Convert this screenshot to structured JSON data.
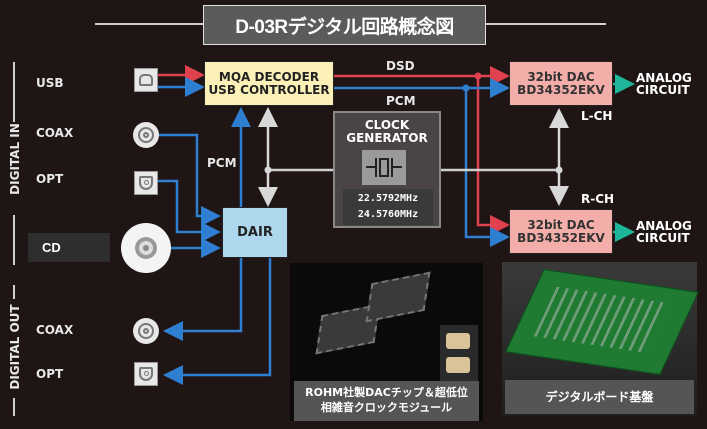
{
  "title": "D-03Rデジタル回路概念図",
  "sections": {
    "digital_in": "DIGITAL IN",
    "digital_out": "DIGITAL OUT"
  },
  "inputs": [
    {
      "label": "USB",
      "icon": "usb-b-port-icon"
    },
    {
      "label": "COAX",
      "icon": "coax-port-icon"
    },
    {
      "label": "OPT",
      "icon": "optical-port-icon"
    }
  ],
  "cd": {
    "label": "CD",
    "icon": "disc-icon"
  },
  "outputs": [
    {
      "label": "COAX",
      "icon": "coax-port-icon"
    },
    {
      "label": "OPT",
      "icon": "optical-port-icon"
    }
  ],
  "blocks": {
    "mqa": {
      "line1": "MQA DECODER",
      "line2": "USB CONTROLLER"
    },
    "dair": "DAIR",
    "clock": {
      "line1": "CLOCK",
      "line2": "GENERATOR",
      "freq1": "22.5792MHz",
      "freq2": "24.5760MHz"
    },
    "dac_l": {
      "line1": "32bit DAC",
      "line2": "BD34352EKV"
    },
    "dac_r": {
      "line1": "32bit DAC",
      "line2": "BD34352EKV"
    }
  },
  "signals": {
    "dsd": "DSD",
    "pcm_top": "PCM",
    "pcm_left": "PCM",
    "lch": "L-CH",
    "rch": "R-CH"
  },
  "analog": [
    {
      "line1": "ANALOG",
      "line2": "CIRCUIT"
    },
    {
      "line1": "ANALOG",
      "line2": "CIRCUIT"
    }
  ],
  "photos": [
    {
      "caption_line1": "ROHM社製DACチップ＆超低位",
      "caption_line2": "相雑音クロックモジュール"
    },
    {
      "caption_line1": "デジタルボード基盤",
      "caption_line2": ""
    }
  ],
  "colors": {
    "dsd": "#e0414f",
    "pcm": "#2f7fd0",
    "clock_line": "#cfcfcf",
    "analog_arrow": "#1fb59a",
    "mqa_fill": "#fbf1b8",
    "dac_fill": "#f4aeaa",
    "dair_fill": "#aed8ee",
    "background": "#1f1515"
  }
}
